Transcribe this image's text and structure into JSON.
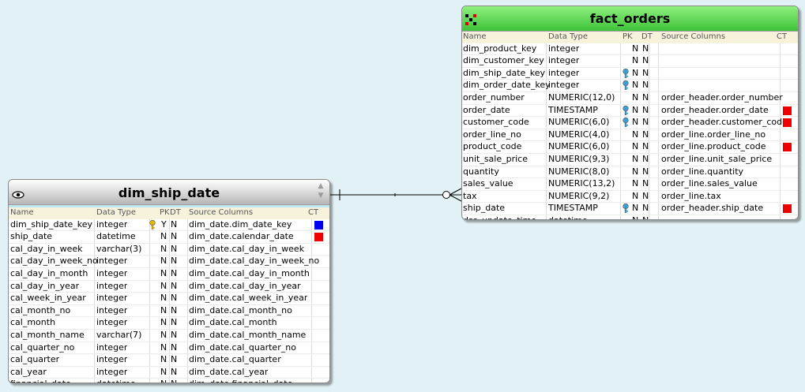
{
  "columns_header": [
    "Name",
    "Data Type",
    "PK",
    "DT",
    "Source Columns",
    "CT"
  ],
  "fact_orders": {
    "title": "fact_orders",
    "icon": "star-schema-icon",
    "rows": [
      {
        "name": "dim_product_key",
        "type": "integer",
        "pk": "",
        "n1": "N",
        "n2": "N",
        "src": "",
        "ct": null,
        "key": null
      },
      {
        "name": "dim_customer_key",
        "type": "integer",
        "pk": "",
        "n1": "N",
        "n2": "N",
        "src": "",
        "ct": null,
        "key": null
      },
      {
        "name": "dim_ship_date_key",
        "type": "integer",
        "pk": "",
        "n1": "N",
        "n2": "N",
        "src": "",
        "ct": null,
        "key": "#3a9fd6"
      },
      {
        "name": "dim_order_date_key",
        "type": "integer",
        "pk": "",
        "n1": "N",
        "n2": "N",
        "src": "",
        "ct": null,
        "key": "#3a9fd6"
      },
      {
        "name": "order_number",
        "type": "NUMERIC(12,0)",
        "pk": "",
        "n1": "N",
        "n2": "N",
        "src": "order_header.order_number",
        "ct": null,
        "key": null
      },
      {
        "name": "order_date",
        "type": "TIMESTAMP",
        "pk": "",
        "n1": "N",
        "n2": "N",
        "src": "order_header.order_date",
        "ct": "#ee0000",
        "key": "#3a9fd6"
      },
      {
        "name": "customer_code",
        "type": "NUMERIC(6,0)",
        "pk": "",
        "n1": "N",
        "n2": "N",
        "src": "order_header.customer_code",
        "ct": "#ee0000",
        "key": "#3a9fd6"
      },
      {
        "name": "order_line_no",
        "type": "NUMERIC(4,0)",
        "pk": "",
        "n1": "N",
        "n2": "N",
        "src": "order_line.order_line_no",
        "ct": null,
        "key": null
      },
      {
        "name": "product_code",
        "type": "NUMERIC(6,0)",
        "pk": "",
        "n1": "N",
        "n2": "N",
        "src": "order_line.product_code",
        "ct": "#ee0000",
        "key": null
      },
      {
        "name": "unit_sale_price",
        "type": "NUMERIC(9,3)",
        "pk": "",
        "n1": "N",
        "n2": "N",
        "src": "order_line.unit_sale_price",
        "ct": null,
        "key": null
      },
      {
        "name": "quantity",
        "type": "NUMERIC(8,0)",
        "pk": "",
        "n1": "N",
        "n2": "N",
        "src": "order_line.quantity",
        "ct": null,
        "key": null
      },
      {
        "name": "sales_value",
        "type": "NUMERIC(13,2)",
        "pk": "",
        "n1": "N",
        "n2": "N",
        "src": "order_line.sales_value",
        "ct": null,
        "key": null
      },
      {
        "name": "tax",
        "type": "NUMERIC(9,2)",
        "pk": "",
        "n1": "N",
        "n2": "N",
        "src": "order_line.tax",
        "ct": null,
        "key": null
      },
      {
        "name": "ship_date",
        "type": "TIMESTAMP",
        "pk": "",
        "n1": "N",
        "n2": "N",
        "src": "order_header.ship_date",
        "ct": "#ee0000",
        "key": "#3a9fd6"
      },
      {
        "name": "dss_update_time",
        "type": "datetime",
        "pk": "",
        "n1": "N",
        "n2": "N",
        "src": "",
        "ct": null,
        "key": null
      }
    ]
  },
  "dim_ship_date": {
    "title": "dim_ship_date",
    "icon": "eye-icon",
    "scroll_up": "▲",
    "scroll_down": "▼",
    "rows": [
      {
        "name": "dim_ship_date_key",
        "type": "integer",
        "pk": "Y",
        "n1": "",
        "n2": "N",
        "src": "dim_date.dim_date_key",
        "ct": "#0000ee",
        "key": "#e6b800"
      },
      {
        "name": "ship_date",
        "type": "datetime",
        "pk": "",
        "n1": "N",
        "n2": "N",
        "src": "dim_date.calendar_date",
        "ct": "#ee0000",
        "key": null
      },
      {
        "name": "cal_day_in_week",
        "type": "varchar(3)",
        "pk": "",
        "n1": "N",
        "n2": "N",
        "src": "dim_date.cal_day_in_week",
        "ct": null,
        "key": null
      },
      {
        "name": "cal_day_in_week_no",
        "type": "integer",
        "pk": "",
        "n1": "N",
        "n2": "N",
        "src": "dim_date.cal_day_in_week_no",
        "ct": null,
        "key": null
      },
      {
        "name": "cal_day_in_month",
        "type": "integer",
        "pk": "",
        "n1": "N",
        "n2": "N",
        "src": "dim_date.cal_day_in_month",
        "ct": null,
        "key": null
      },
      {
        "name": "cal_day_in_year",
        "type": "integer",
        "pk": "",
        "n1": "N",
        "n2": "N",
        "src": "dim_date.cal_day_in_year",
        "ct": null,
        "key": null
      },
      {
        "name": "cal_week_in_year",
        "type": "integer",
        "pk": "",
        "n1": "N",
        "n2": "N",
        "src": "dim_date.cal_week_in_year",
        "ct": null,
        "key": null
      },
      {
        "name": "cal_month_no",
        "type": "integer",
        "pk": "",
        "n1": "N",
        "n2": "N",
        "src": "dim_date.cal_month_no",
        "ct": null,
        "key": null
      },
      {
        "name": "cal_month",
        "type": "integer",
        "pk": "",
        "n1": "N",
        "n2": "N",
        "src": "dim_date.cal_month",
        "ct": null,
        "key": null
      },
      {
        "name": "cal_month_name",
        "type": "varchar(7)",
        "pk": "",
        "n1": "N",
        "n2": "N",
        "src": "dim_date.cal_month_name",
        "ct": null,
        "key": null
      },
      {
        "name": "cal_quarter_no",
        "type": "integer",
        "pk": "",
        "n1": "N",
        "n2": "N",
        "src": "dim_date.cal_quarter_no",
        "ct": null,
        "key": null
      },
      {
        "name": "cal_quarter",
        "type": "integer",
        "pk": "",
        "n1": "N",
        "n2": "N",
        "src": "dim_date.cal_quarter",
        "ct": null,
        "key": null
      },
      {
        "name": "cal_year",
        "type": "integer",
        "pk": "",
        "n1": "N",
        "n2": "N",
        "src": "dim_date.cal_year",
        "ct": null,
        "key": null
      },
      {
        "name": "financial_date",
        "type": "datetime",
        "pk": "",
        "n1": "N",
        "n2": "N",
        "src": "dim_date.financial_date",
        "ct": null,
        "key": null
      }
    ]
  },
  "relationship": {
    "type": "one-to-many"
  }
}
